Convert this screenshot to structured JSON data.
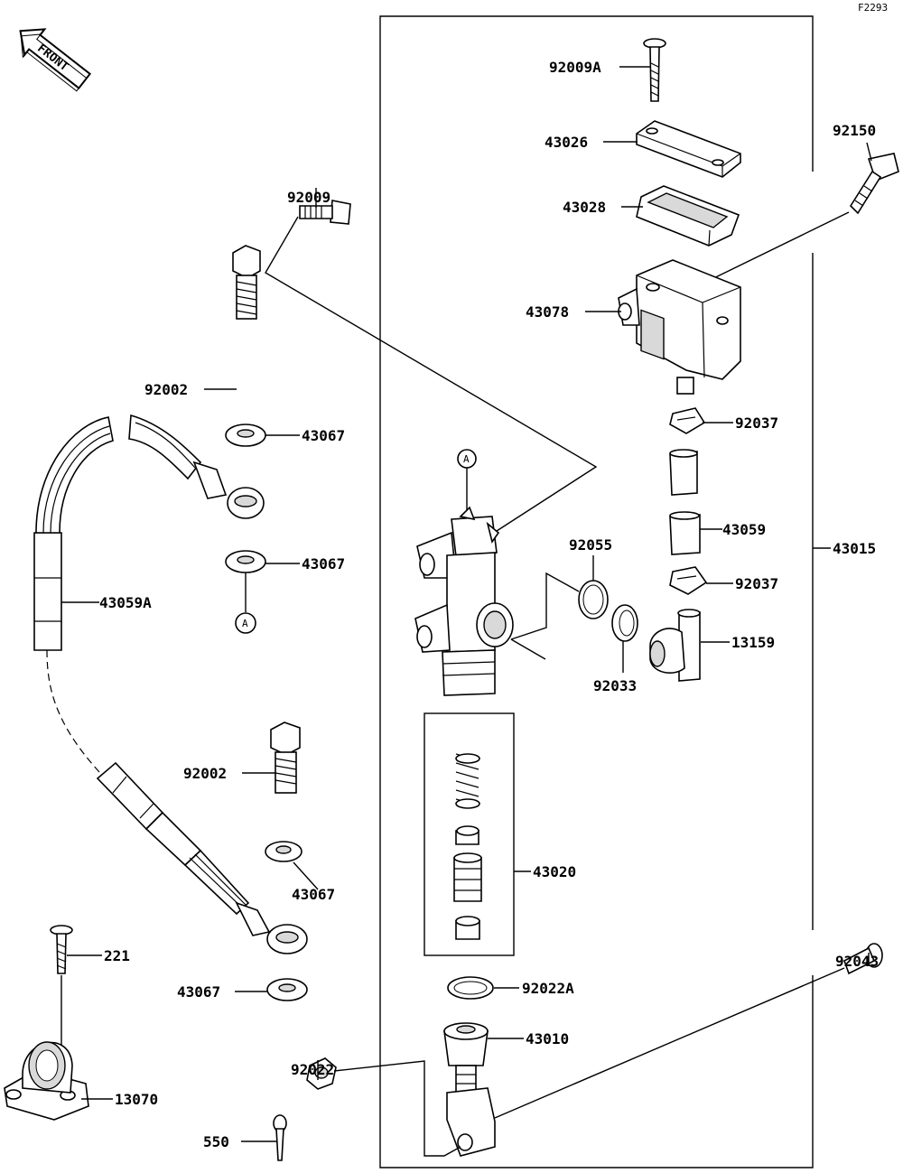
{
  "figure_code": "F2293",
  "front_label": "FRONT",
  "parts": {
    "p92009A": "92009A",
    "p43026": "43026",
    "p92150": "92150",
    "p92009": "92009",
    "p43028": "43028",
    "p43078": "43078",
    "p92002_top": "92002",
    "p43067_a": "43067",
    "p92037_top": "92037",
    "p43059": "43059",
    "p43015": "43015",
    "p92055": "92055",
    "p43067_b": "43067",
    "p43059A": "43059A",
    "p92037_bottom": "92037",
    "p13159": "13159",
    "p92033": "92033",
    "p92002_mid": "92002",
    "p43020": "43020",
    "p43067_c": "43067",
    "p221": "221",
    "p92043": "92043",
    "p43067_d": "43067",
    "p92022A": "92022A",
    "p43010": "43010",
    "p92022": "92022",
    "p13070": "13070",
    "p550": "550"
  },
  "callouts": {
    "a_top": "A",
    "a_left": "A"
  }
}
